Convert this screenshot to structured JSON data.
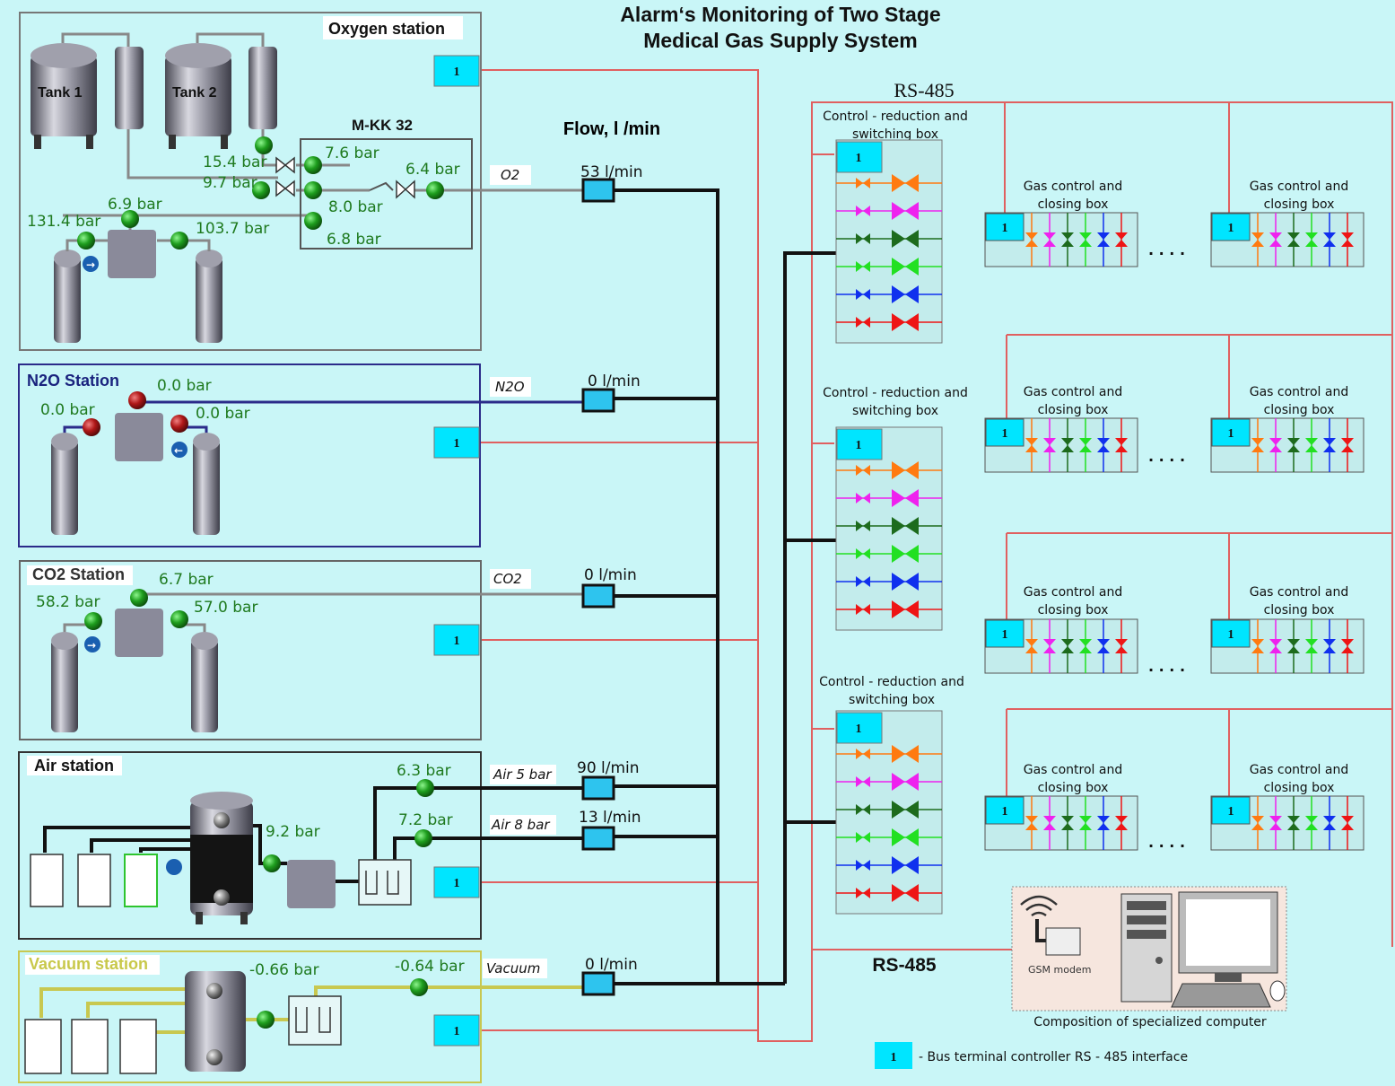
{
  "title": {
    "line1": "Alarm‘s Monitoring of Two Stage",
    "line2": "Medical Gas Supply System"
  },
  "flow_header": "Flow, l /min",
  "terminal_label": "1",
  "legend": "- Bus terminal controller RS - 485 interface",
  "rs485_top": "RS-485",
  "rs485_bottom": "RS-485",
  "oxygen": {
    "name": "Oxygen station",
    "tank1": "Tank 1",
    "tank2": "Tank 2",
    "manifold": "M-KK 32",
    "readings": {
      "r15_4": "15.4  bar",
      "r9_7": "9.7  bar",
      "r6_9": "6.9  bar",
      "r131_4": "131.4  bar",
      "r103_7": "103.7  bar",
      "r7_6": "7.6  bar",
      "r8_0": "8.0  bar",
      "r6_8": "6.8  bar",
      "r6_4": "6.4  bar"
    },
    "pipe": "O2",
    "flow": "53  l/min"
  },
  "n2o": {
    "name": "N2O Station",
    "readings": {
      "top": "0.0  bar",
      "left": "0.0  bar",
      "right": "0.0  bar"
    },
    "pipe": "N2O",
    "flow": "0  l/min"
  },
  "co2": {
    "name": "CO2 Station",
    "readings": {
      "top": "6.7  bar",
      "left": "58.2  bar",
      "right": "57.0  bar"
    },
    "pipe": "CO2",
    "flow": "0  l/min"
  },
  "air": {
    "name": "Air station",
    "readings": {
      "r6_3": "6.3  bar",
      "r7_2": "7.2  bar",
      "r9_2": "9.2  bar"
    },
    "pipe5": "Air 5 bar",
    "pipe8": "Air 8 bar",
    "flow5": "90  l/min",
    "flow8": "13  l/min"
  },
  "vacuum": {
    "name": "Vacuum station",
    "readings": {
      "left": "-0.66  bar",
      "right": "-0.64  bar"
    },
    "pipe": "Vacuum",
    "flow": "0  l/min"
  },
  "crs_box": {
    "line1": "Control - reduction and",
    "line2": "switching box"
  },
  "gas_box": {
    "line1": "Gas control and",
    "line2": "closing box"
  },
  "ellipsis": ". . . .",
  "computer": {
    "gsm": "GSM modem",
    "caption": "Composition of specialized computer"
  },
  "colors": {
    "background": "#c9f6f7",
    "terminal": "#00e5ff",
    "rs485_line": "#e06060",
    "gauge_ok": "#1e9e1e",
    "gauge_alarm": "#b01818",
    "valve_colors": [
      "#ff7a10",
      "#ee22ee",
      "#1d6b1d",
      "#22e022",
      "#1030ee",
      "#ee1515"
    ]
  }
}
